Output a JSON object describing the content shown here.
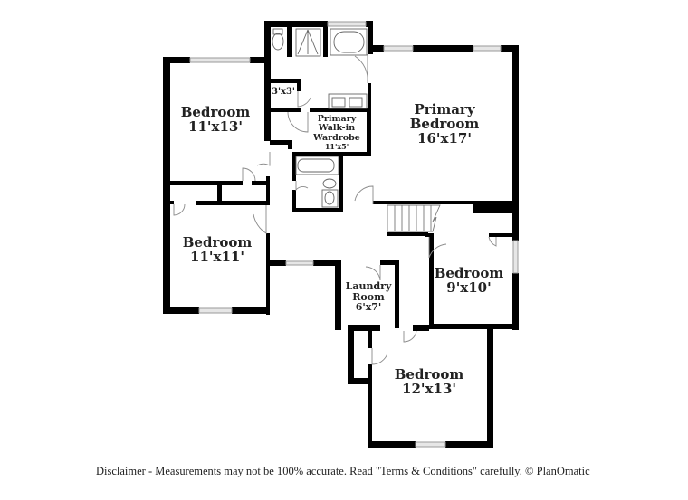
{
  "floorplan": {
    "rooms": [
      {
        "id": "bedroom-nw",
        "name": "Bedroom",
        "size": "11'x13'"
      },
      {
        "id": "closet-3x3",
        "name": "",
        "size": "3'x3'"
      },
      {
        "id": "primary-walkin",
        "name_lines": [
          "Primary",
          "Walk-in",
          "Wardrobe"
        ],
        "size": "11'x5'"
      },
      {
        "id": "primary-bedroom",
        "name_lines": [
          "Primary",
          "Bedroom"
        ],
        "size": "16'x17'"
      },
      {
        "id": "bedroom-w",
        "name": "Bedroom",
        "size": "11'x11'"
      },
      {
        "id": "laundry",
        "name_lines": [
          "Laundry",
          "Room"
        ],
        "size": "6'x7'"
      },
      {
        "id": "bedroom-e",
        "name": "Bedroom",
        "size": "9'x10'"
      },
      {
        "id": "bedroom-s",
        "name": "Bedroom",
        "size": "12'x13'"
      }
    ],
    "colors": {
      "wall": "#000000",
      "window": "#e6e6e6",
      "door_swing": "#8a8a8a",
      "background": "#ffffff"
    }
  },
  "footer": {
    "disclaimer": "Disclaimer - Measurements may not be 100% accurate. Read \"Terms & Conditions\" carefully. © PlanOmatic"
  }
}
